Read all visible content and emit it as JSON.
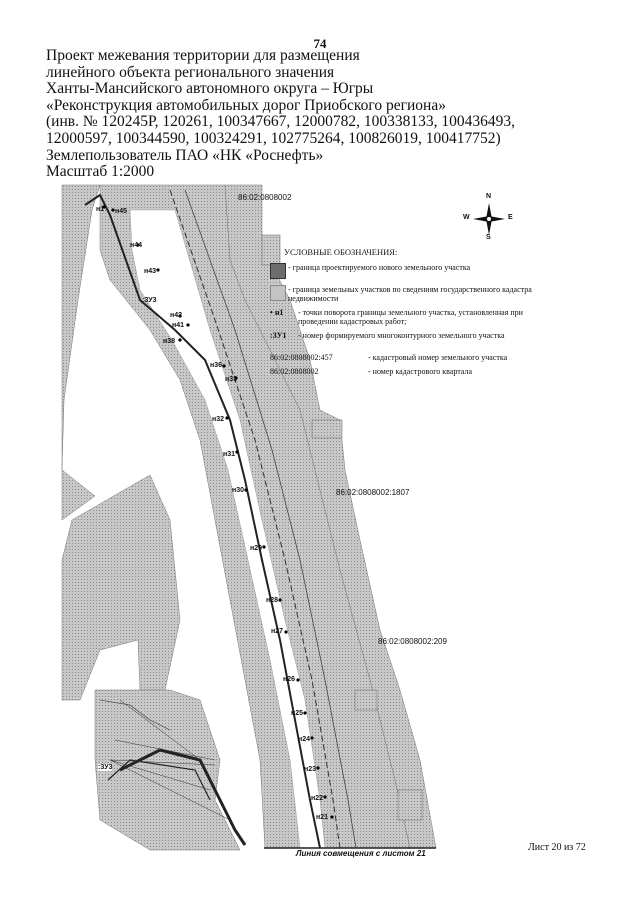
{
  "page_number": "74",
  "header_lines": [
    "Проект межевания территории для размещения",
    "линейного объекта регионального значения",
    "Ханты-Мансийского автономного округа – Югры",
    "«Реконструкция автомобильных дорог Приобского региона»",
    "(инв. № 120245Р, 120261, 100347667, 12000782, 100338133, 100436493,",
    "12000597, 100344590, 100324291, 102775264, 100826019, 100417752)",
    "Землепользователь ПАО «НК «Роснефть»",
    "Масштаб 1:2000"
  ],
  "compass": {
    "n": "N",
    "s": "S",
    "w": "W",
    "e": "E"
  },
  "legend": {
    "title": "УСЛОВНЫЕ ОБОЗНАЧЕНИЯ:",
    "new_boundary": "- граница проектируемого нового земельного участка",
    "existing_boundary": "- граница земельных участков по сведениям государственного кадастра недвижимости",
    "turn_point_key": "н1",
    "turn_point": "- точки поворота границы земельного участка, установленная при проведении кадастровых работ;",
    "zu_key": ":3У1",
    "zu": "- номер формируемого многоконтурного земельного участка",
    "cad_number_key": "86:02:0808002:457",
    "cad_number": "- кадастровый номер земельного участка",
    "cad_quarter_key": "86:02:0808002",
    "cad_quarter": "- номер кадастрового квартала"
  },
  "map_labels": {
    "quarter_top": "86:02:0808002",
    "parcel_1807": "86:02:0808002:1807",
    "parcel_209": "86:02:0808002:209",
    "zu_main": ":3У3",
    "zu_inset": ":3У3"
  },
  "points": [
    "н1",
    "н45",
    "н44",
    "н43",
    "н42",
    "н41",
    "н38",
    "н36",
    "н33",
    "н32",
    "н31",
    "н30",
    "н29",
    "н28",
    "н27",
    "н26",
    "н25",
    "н24",
    "н23",
    "н22",
    "н21"
  ],
  "footer": {
    "combine_line": "Линия совмещения с листом 21",
    "sheet": "Лист 20 из 72"
  }
}
